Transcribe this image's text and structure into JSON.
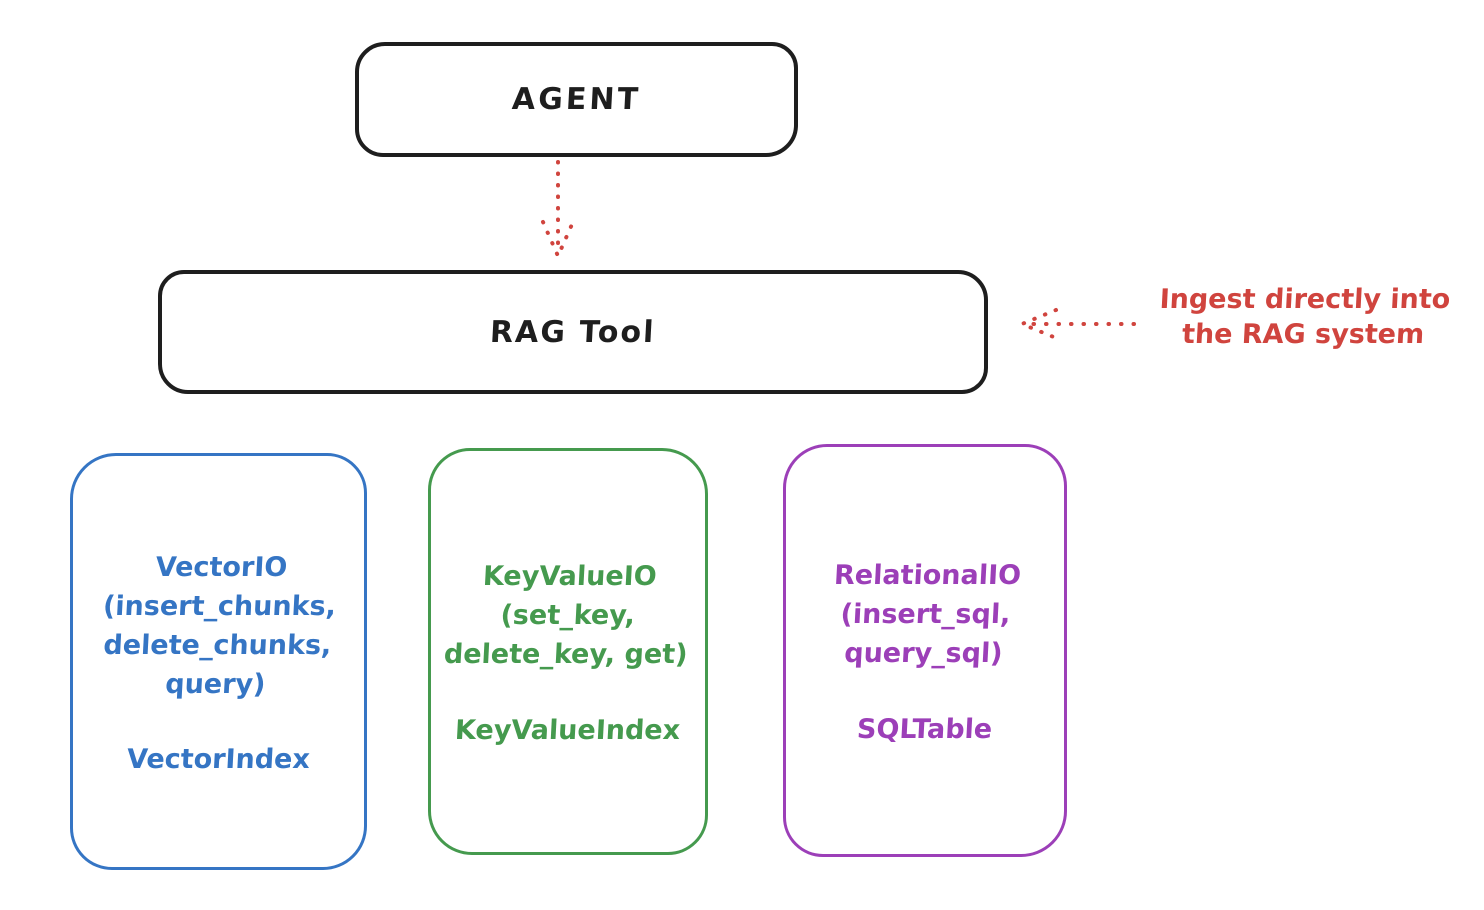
{
  "colors": {
    "background": "#ffffff",
    "stroke": "#1e1e1e",
    "accent_red": "#d0443e",
    "accent_blue": "#3575c4",
    "accent_green": "#459a4e",
    "accent_purple": "#9c3fb8"
  },
  "agent": {
    "label": "AGENT"
  },
  "rag_tool": {
    "label": "RAG Tool"
  },
  "annotation": {
    "text": "Ingest directly into\nthe RAG system",
    "color": "#d0443e"
  },
  "connectors": {
    "agent_to_ragtool": "dotted-down-arrow",
    "annotation_to_ragtool": "dotted-left-arrow"
  },
  "backends": [
    {
      "title": "VectorIO\n(insert_chunks,\ndelete_chunks,\nquery)",
      "index": "VectorIndex",
      "color": "#3575c4"
    },
    {
      "title": "KeyValueIO\n(set_key,\ndelete_key, get)",
      "index": "KeyValueIndex",
      "color": "#459a4e"
    },
    {
      "title": "RelationalIO\n(insert_sql,\nquery_sql)",
      "index": "SQLTable",
      "color": "#9c3fb8"
    }
  ]
}
